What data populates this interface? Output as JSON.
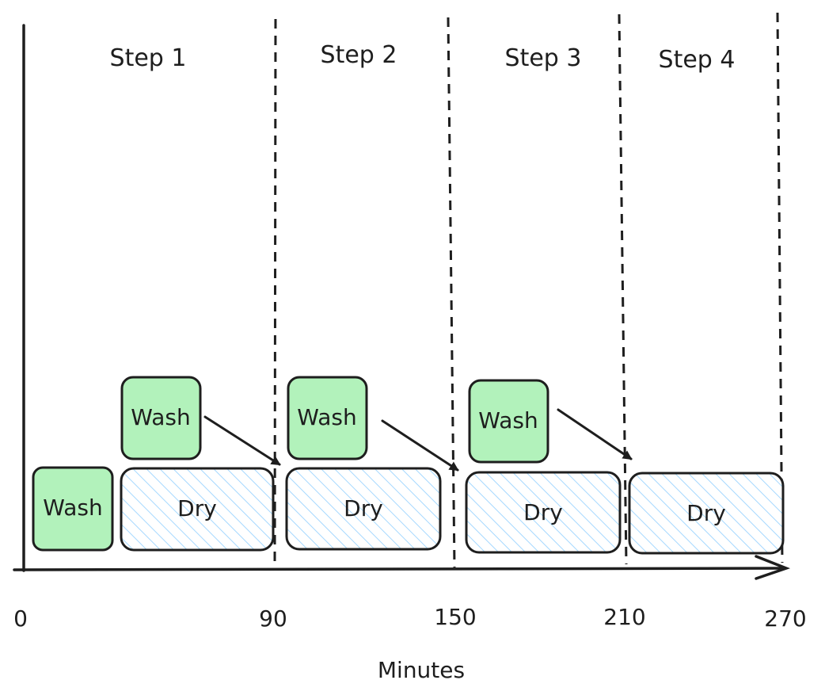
{
  "steps": [
    "Step 1",
    "Step 2",
    "Step 3",
    "Step 4"
  ],
  "ticks": [
    "0",
    "90",
    "150",
    "210",
    "270"
  ],
  "axis_title": "Minutes",
  "wash_label": "Wash",
  "dry_label": "Dry",
  "colors": {
    "wash_fill": "#b2f2bb",
    "dry_hatch": "#a5d8ff",
    "stroke": "#1e1e1e"
  }
}
